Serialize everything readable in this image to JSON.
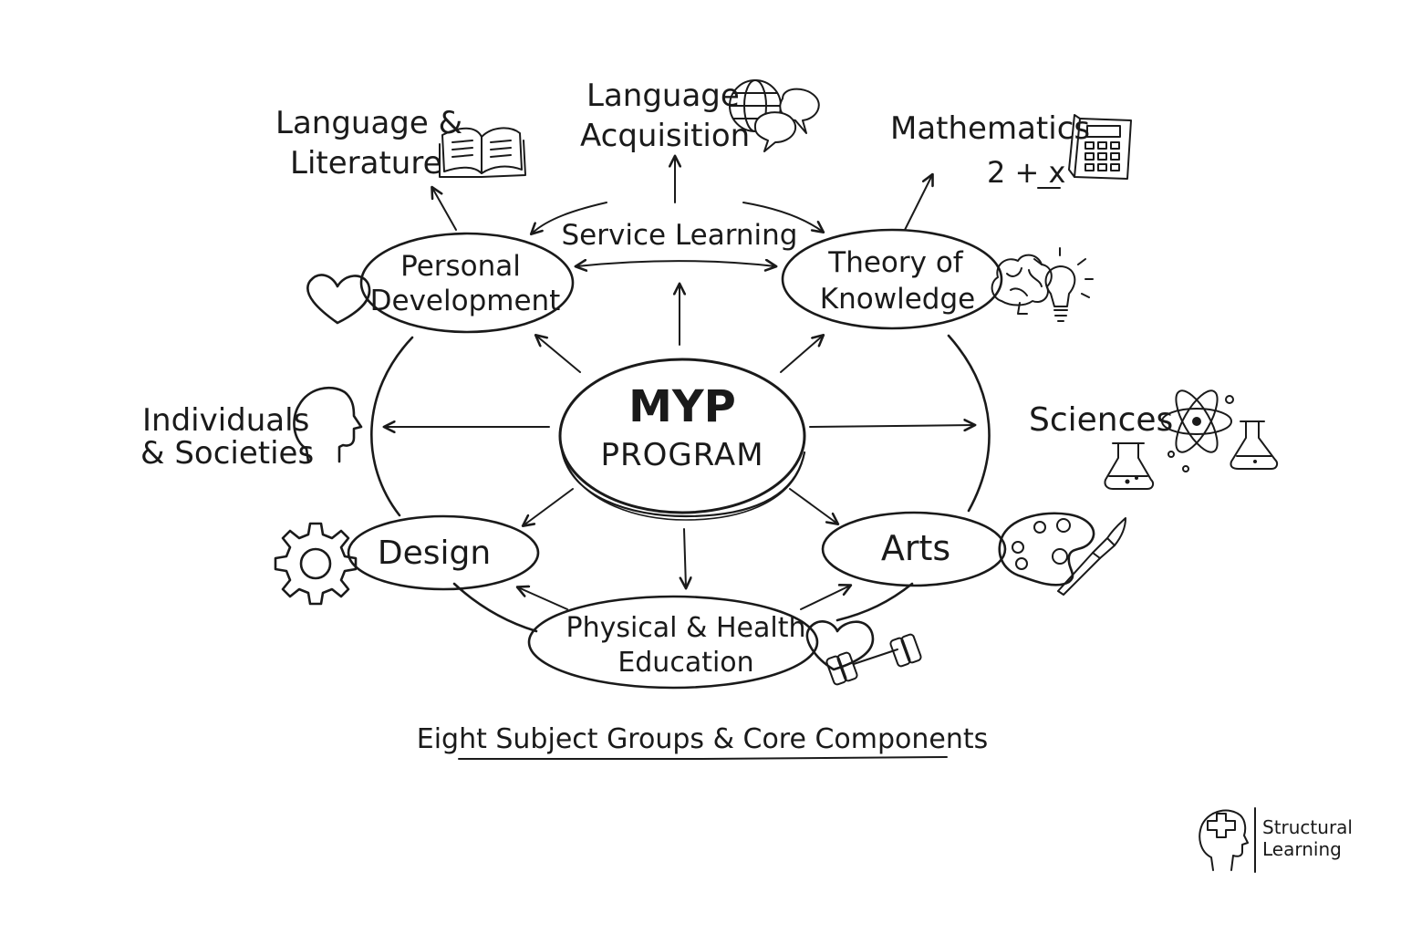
{
  "center": {
    "line1": "MYP",
    "line2": "PROGRAM"
  },
  "nodes": {
    "service_learning": "Service Learning",
    "personal_development": {
      "line1": "Personal",
      "line2": "Development"
    },
    "theory_of_knowledge": {
      "line1": "Theory of",
      "line2": "Knowledge"
    },
    "design": "Design",
    "arts": "Arts",
    "physical_health": {
      "line1": "Physical & Health",
      "line2": "Education"
    }
  },
  "labels": {
    "language_literature": {
      "line1": "Language &",
      "line2": "Literature"
    },
    "language_acquisition": {
      "line1": "Language",
      "line2": "Acquisition"
    },
    "mathematics": {
      "line1": "Mathematics",
      "formula": "2 + x"
    },
    "individuals_societies": {
      "line1": "Individuals",
      "line2": "& Societies"
    },
    "sciences": "Sciences"
  },
  "caption": "Eight Subject Groups & Core Components",
  "logo": {
    "line1": "Structural",
    "line2": "Learning"
  },
  "icons": [
    "book-icon",
    "globe-icon",
    "speech-bubbles-icon",
    "calculator-icon",
    "heart-icon",
    "brain-icon",
    "lightbulb-icon",
    "head-profile-icon",
    "atom-icon",
    "flask-icon",
    "gear-icon",
    "palette-icon",
    "paintbrush-icon",
    "dumbbell-icon"
  ]
}
